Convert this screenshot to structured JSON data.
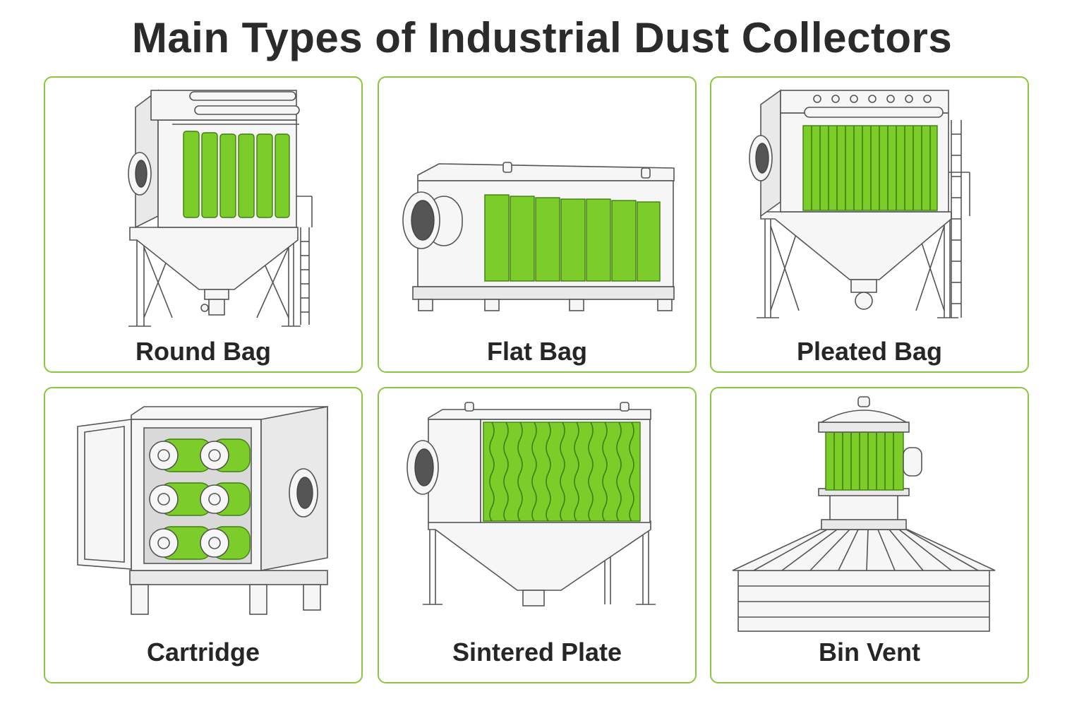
{
  "title": "Main Types of Industrial Dust Collectors",
  "accent_color": "#8cc63f",
  "filter_color": "#7ccc2a",
  "collectors": [
    {
      "label": "Round Bag",
      "icon": "round-bag-collector-icon"
    },
    {
      "label": "Flat Bag",
      "icon": "flat-bag-collector-icon"
    },
    {
      "label": "Pleated Bag",
      "icon": "pleated-bag-collector-icon"
    },
    {
      "label": "Cartridge",
      "icon": "cartridge-collector-icon"
    },
    {
      "label": "Sintered Plate",
      "icon": "sintered-plate-collector-icon"
    },
    {
      "label": "Bin Vent",
      "icon": "bin-vent-collector-icon"
    }
  ]
}
